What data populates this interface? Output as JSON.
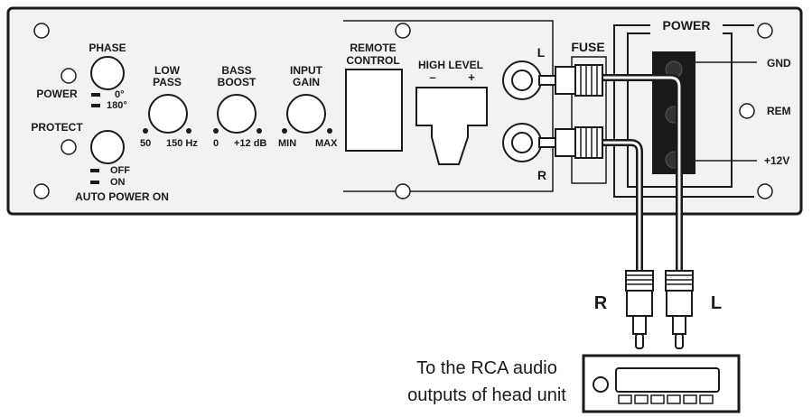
{
  "panel": {
    "phase": {
      "title": "PHASE",
      "opt_a": "0°",
      "opt_b": "180°"
    },
    "power_led": "POWER",
    "protect_led": "PROTECT",
    "auto_power": {
      "opt_off": "OFF",
      "opt_on": "ON",
      "title": "AUTO POWER ON"
    },
    "low_pass": {
      "title_l1": "LOW",
      "title_l2": "PASS",
      "min": "50",
      "max": "150 Hz"
    },
    "bass_boost": {
      "title_l1": "BASS",
      "title_l2": "BOOST",
      "min": "0",
      "max": "+12 dB"
    },
    "input_gain": {
      "title_l1": "INPUT",
      "title_l2": "GAIN",
      "min": "MIN",
      "max": "MAX"
    },
    "remote_control": {
      "l1": "REMOTE",
      "l2": "CONTROL"
    },
    "high_level": {
      "title": "HIGH LEVEL",
      "minus": "–",
      "plus": "+"
    },
    "rca": {
      "left": "L",
      "right": "R"
    },
    "fuse": "FUSE",
    "power": {
      "title": "POWER",
      "gnd": "GND",
      "rem": "REM",
      "v12": "+12V"
    }
  },
  "cable": {
    "right": "R",
    "left": "L"
  },
  "head_unit": {
    "caption_l1": "To the RCA audio",
    "caption_l2": "outputs of head unit"
  }
}
